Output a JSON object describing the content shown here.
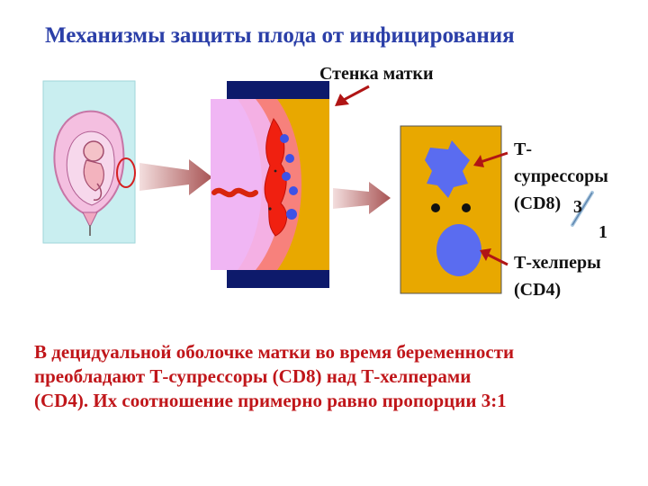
{
  "title": "Механизмы защиты плода от инфицирования",
  "labels": {
    "uterus_wall": "Стенка матки",
    "t_suppressors": [
      "Т-",
      "супрессоры",
      "(CD8)"
    ],
    "t_helpers": [
      "Т-хелперы",
      "(CD4)"
    ],
    "ratio_top": "3",
    "ratio_bottom": "1"
  },
  "description": [
    "В децидуальной оболочке матки во время беременности",
    "преобладают Т-супрессоры (CD8) над Т-хелперами",
    "(CD4). Их соотношение примерно  равно пропорции 3:1"
  ],
  "colors": {
    "title": "#2b3fa8",
    "text": "#c0161a",
    "arrow": "#b01515",
    "navy": "#0d1a6b",
    "gold": "#e8a800",
    "cell_blue": "#5a6cf0"
  }
}
